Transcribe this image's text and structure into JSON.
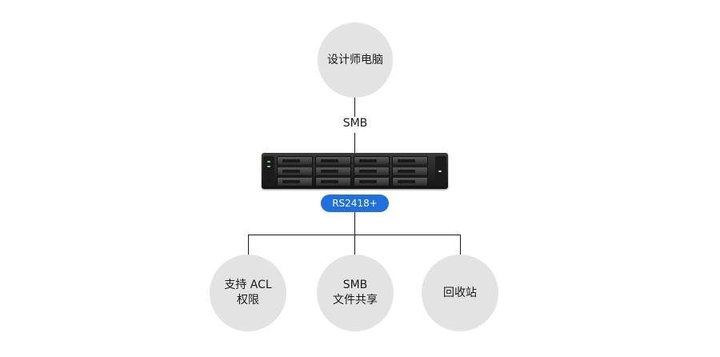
{
  "top_node": {
    "label": "设计师电脑"
  },
  "connection": {
    "label": "SMB"
  },
  "device": {
    "model": "RS2418+"
  },
  "features": [
    {
      "line1": "支持 ACL",
      "line2": "权限"
    },
    {
      "line1": "SMB",
      "line2": "文件共享"
    },
    {
      "line1": "回收站",
      "line2": ""
    }
  ],
  "colors": {
    "circle_fill": "#e3e3e3",
    "badge": "#1f6fdc",
    "line": "#1a1a1a"
  }
}
